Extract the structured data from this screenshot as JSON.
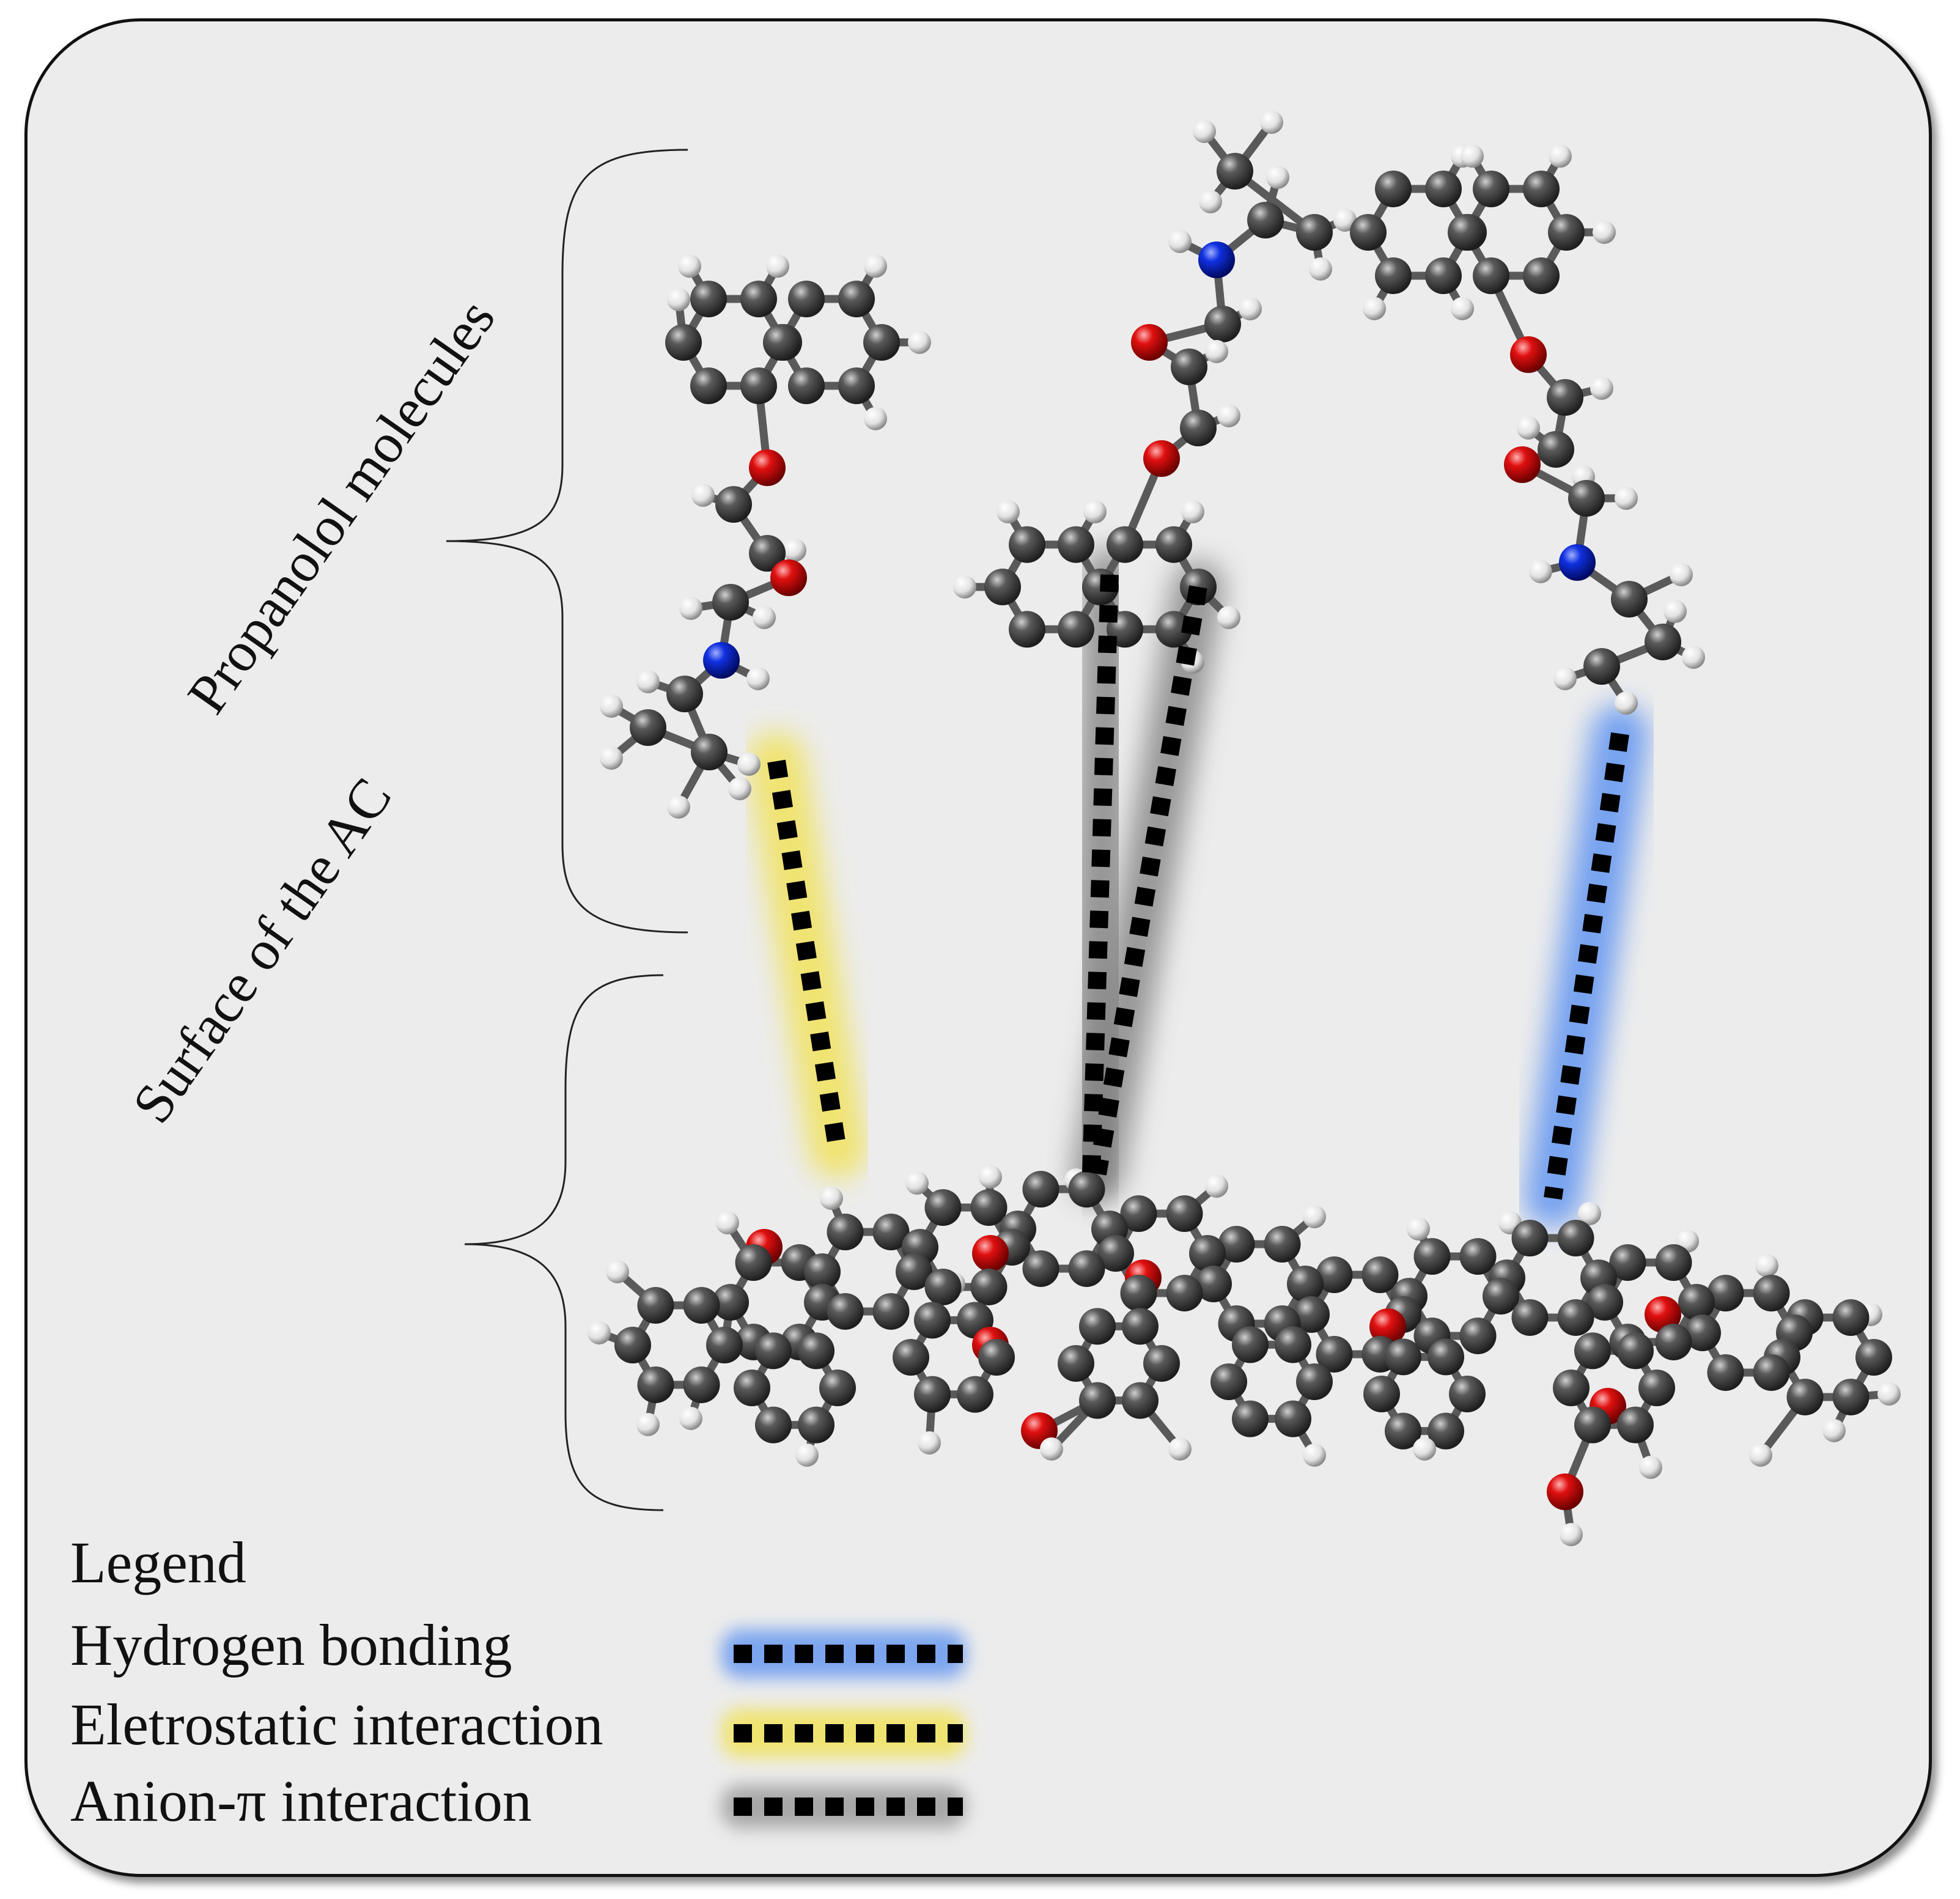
{
  "labels": {
    "propanolol": "Propanolol molecules",
    "surface": "Surface of the AC"
  },
  "legend": {
    "title": "Legend",
    "items": [
      {
        "label": "Hydrogen bonding",
        "glow": "#6f9ef0"
      },
      {
        "label": "Eletrostatic interaction",
        "glow": "#f0e36a"
      },
      {
        "label": "Anion-π   interaction",
        "glow": "#6a6a6a"
      }
    ]
  },
  "colors": {
    "carbon": "#4a4a4a",
    "hydrogen": "#e6e6e6",
    "oxygen": "#e01010",
    "nitrogen": "#1030e0",
    "panel": "#ececec",
    "hydrogen_bond_glow": "#6f9ef0",
    "electrostatic_glow": "#f0e36a",
    "anion_pi_glow": "#6a6a6a"
  }
}
